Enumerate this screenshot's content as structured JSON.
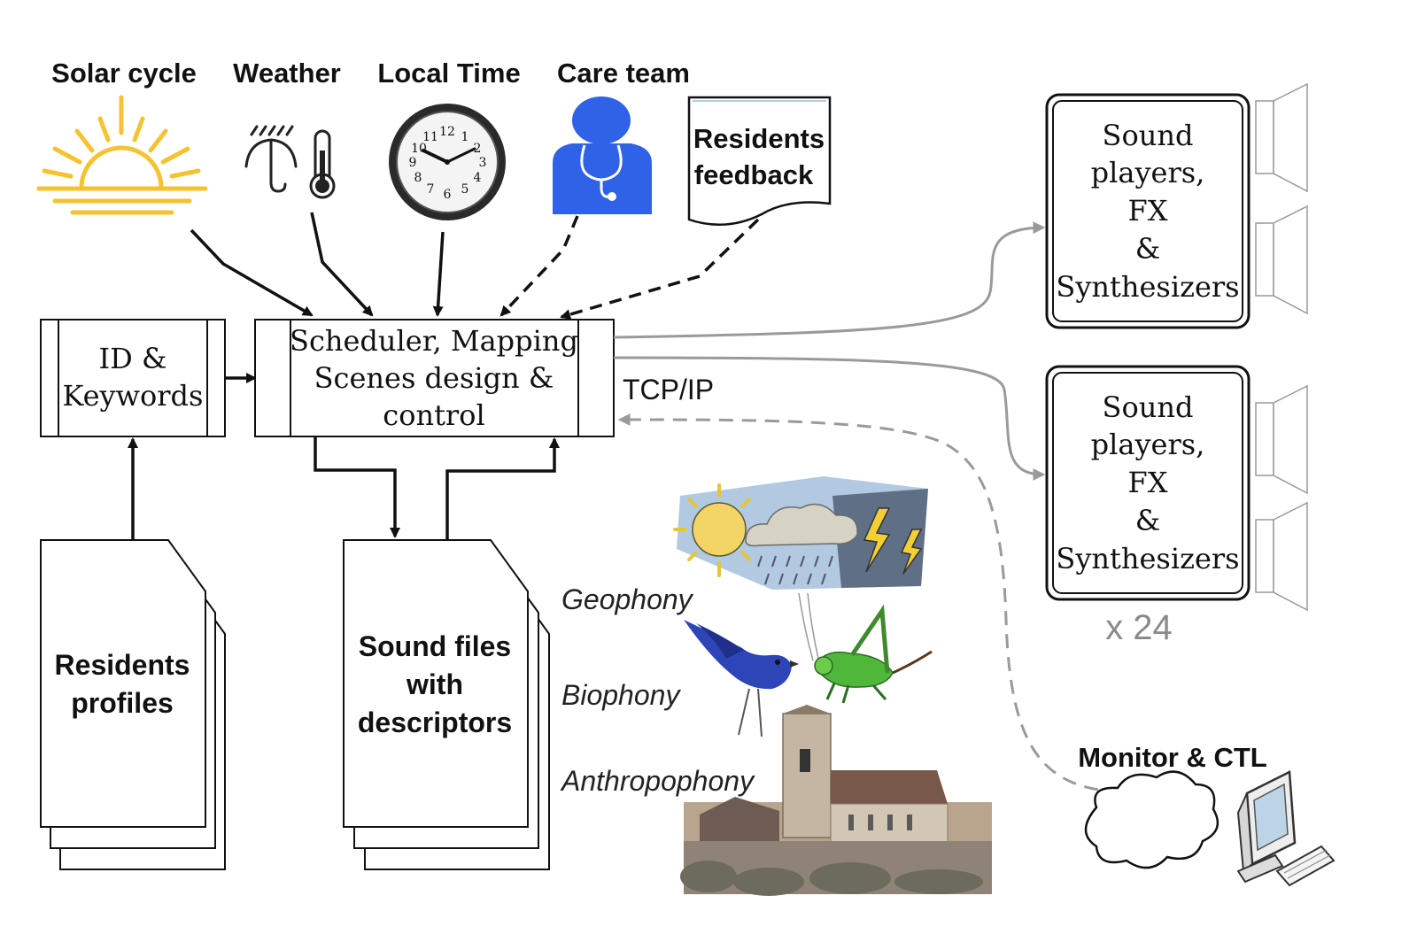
{
  "sources": {
    "solar": "Solar cycle",
    "weather": "Weather",
    "local_time": "Local Time",
    "care_team": "Care team"
  },
  "feedback": {
    "line1": "Residents",
    "line2": "feedback"
  },
  "clock": {
    "numerals": [
      "12",
      "1",
      "2",
      "3",
      "4",
      "5",
      "6",
      "7",
      "8",
      "9",
      "10",
      "11"
    ]
  },
  "id_box": {
    "line1": "ID &",
    "line2": "Keywords"
  },
  "scheduler": {
    "line1": "Scheduler, Mapping",
    "line2": "Scenes design &",
    "line3": "control"
  },
  "protocol": "TCP/IP",
  "players": [
    {
      "line1": "Sound",
      "line2": "players,",
      "line3": "FX",
      "line4": "&",
      "line5": "Synthesizers"
    },
    {
      "line1": "Sound",
      "line2": "players,",
      "line3": "FX",
      "line4": "&",
      "line5": "Synthesizers"
    }
  ],
  "multiplier": "x 24",
  "profiles": {
    "line1": "Residents",
    "line2": "profiles"
  },
  "sound_files": {
    "line1": "Sound files",
    "line2": "with",
    "line3": "descriptors"
  },
  "categories": {
    "geophony": "Geophony",
    "biophony": "Biophony",
    "anthropophony": "Anthropophony"
  },
  "monitor": "Monitor & CTL",
  "colors": {
    "sun": "#F5C230",
    "care_team": "#2F62E6",
    "arrow_gray": "#9A9A9A",
    "ink": "#111111"
  }
}
